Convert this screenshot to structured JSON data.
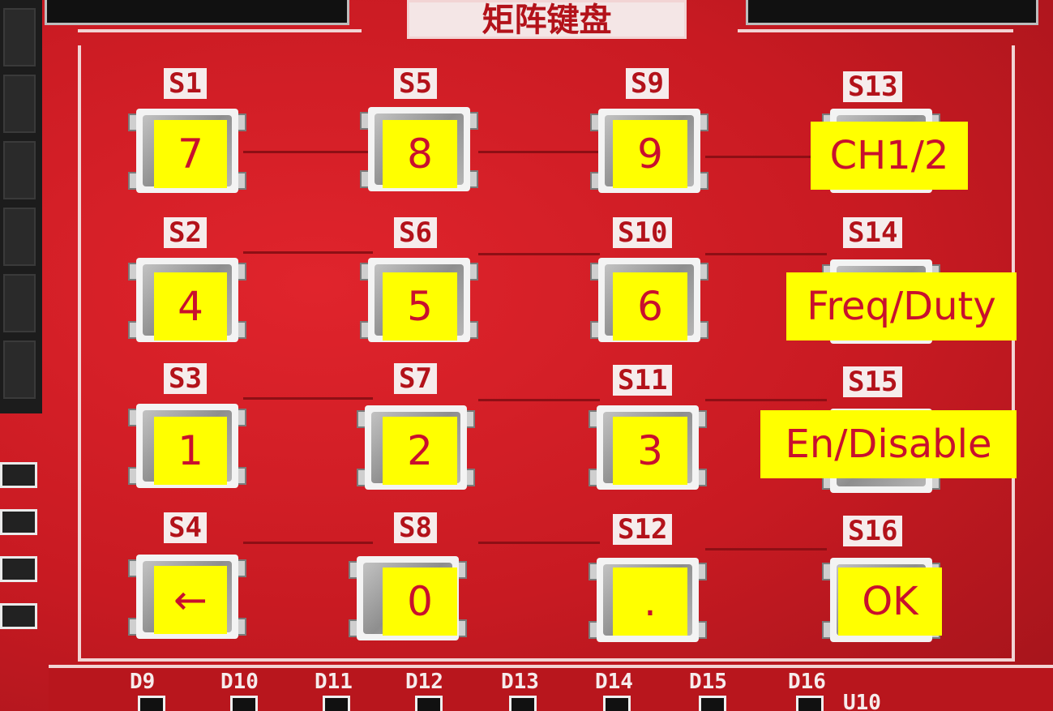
{
  "board": {
    "title": "矩阵键盘",
    "switches": [
      {
        "silk": "S1",
        "key": "7"
      },
      {
        "silk": "S5",
        "key": "8"
      },
      {
        "silk": "S9",
        "key": "9"
      },
      {
        "silk": "S13",
        "key": "CH1/2"
      },
      {
        "silk": "S2",
        "key": "4"
      },
      {
        "silk": "S6",
        "key": "5"
      },
      {
        "silk": "S10",
        "key": "6"
      },
      {
        "silk": "S14",
        "key": "Freq/Duty"
      },
      {
        "silk": "S3",
        "key": "1"
      },
      {
        "silk": "S7",
        "key": "2"
      },
      {
        "silk": "S11",
        "key": "3"
      },
      {
        "silk": "S15",
        "key": "En/Disable"
      },
      {
        "silk": "S4",
        "key": "←"
      },
      {
        "silk": "S8",
        "key": "0"
      },
      {
        "silk": "S12",
        "key": "."
      },
      {
        "silk": "S16",
        "key": "OK"
      }
    ],
    "leds": [
      "D9",
      "D10",
      "D11",
      "D12",
      "D13",
      "D14",
      "D15",
      "D16"
    ],
    "chip_label": "U10"
  },
  "colors": {
    "pcb": "#c81a22",
    "label_bg": "#ffff00",
    "label_text": "#c8102e",
    "silkscreen": "#f6ecec"
  }
}
